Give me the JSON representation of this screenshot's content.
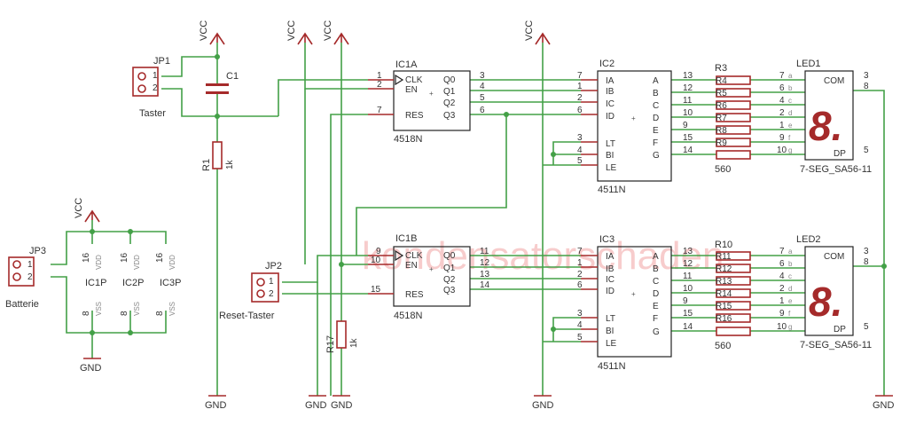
{
  "watermark": "kondensatorschaden",
  "power": {
    "vcc": "VCC",
    "gnd": "GND"
  },
  "jp1": {
    "name": "JP1",
    "label": "Taster",
    "pin1": "1",
    "pin2": "2"
  },
  "jp2": {
    "name": "JP2",
    "label": "Reset-Taster",
    "pin1": "1",
    "pin2": "2"
  },
  "jp3": {
    "name": "JP3",
    "label": "Batterie",
    "pin1": "1",
    "pin2": "2"
  },
  "c1": {
    "name": "C1"
  },
  "r1": {
    "name": "R1",
    "value": "1k"
  },
  "r17": {
    "name": "R17",
    "value": "1k"
  },
  "power_ics": [
    {
      "name": "IC1P",
      "vdd_pin": "16",
      "vdd": "VDD",
      "vss_pin": "8",
      "vss": "VSS"
    },
    {
      "name": "IC2P",
      "vdd_pin": "16",
      "vdd": "VDD",
      "vss_pin": "8",
      "vss": "VSS"
    },
    {
      "name": "IC3P",
      "vdd_pin": "16",
      "vdd": "VDD",
      "vss_pin": "8",
      "vss": "VSS"
    }
  ],
  "counters": [
    {
      "name": "IC1A",
      "part": "4518N",
      "in_labels": [
        "CLK",
        "EN",
        "RES"
      ],
      "in_pins": [
        "1",
        "2",
        "7"
      ],
      "out_labels": [
        "Q0",
        "Q1",
        "Q2",
        "Q3"
      ],
      "out_pins": [
        "3",
        "4",
        "5",
        "6"
      ]
    },
    {
      "name": "IC1B",
      "part": "4518N",
      "in_labels": [
        "CLK",
        "EN",
        "RES"
      ],
      "in_pins": [
        "9",
        "10",
        "15"
      ],
      "out_labels": [
        "Q0",
        "Q1",
        "Q2",
        "Q3"
      ],
      "out_pins": [
        "11",
        "12",
        "13",
        "14"
      ]
    }
  ],
  "decoders": [
    {
      "name": "IC2",
      "part": "4511N",
      "in_labels": [
        "IA",
        "IB",
        "IC",
        "ID",
        "LT",
        "BI",
        "LE"
      ],
      "in_pins": [
        "7",
        "1",
        "2",
        "6",
        "3",
        "4",
        "5"
      ],
      "out_labels": [
        "A",
        "B",
        "C",
        "D",
        "E",
        "F",
        "G"
      ],
      "out_pins": [
        "13",
        "12",
        "11",
        "10",
        "9",
        "15",
        "14"
      ]
    },
    {
      "name": "IC3",
      "part": "4511N",
      "in_labels": [
        "IA",
        "IB",
        "IC",
        "ID",
        "LT",
        "BI",
        "LE"
      ],
      "in_pins": [
        "7",
        "1",
        "2",
        "6",
        "3",
        "4",
        "5"
      ],
      "out_labels": [
        "A",
        "B",
        "C",
        "D",
        "E",
        "F",
        "G"
      ],
      "out_pins": [
        "13",
        "12",
        "11",
        "10",
        "9",
        "15",
        "14"
      ]
    }
  ],
  "resistor_arrays": [
    {
      "first": "R3",
      "value": "560",
      "labels": [
        "R4",
        "R5",
        "R6",
        "R7",
        "R8",
        "R9"
      ]
    },
    {
      "first": "R10",
      "value": "560",
      "labels": [
        "R11",
        "R12",
        "R13",
        "R14",
        "R15",
        "R16"
      ]
    }
  ],
  "displays": [
    {
      "name": "LED1",
      "part": "7-SEG_SA56-11",
      "com": "COM",
      "dp": "DP",
      "pins": [
        "7",
        "6",
        "4",
        "2",
        "1",
        "9",
        "10"
      ],
      "segs": [
        "a",
        "b",
        "c",
        "d",
        "e",
        "f",
        "g"
      ],
      "com_pins": [
        "3",
        "8"
      ],
      "dp_pin": "5",
      "glyph": "8."
    },
    {
      "name": "LED2",
      "part": "7-SEG_SA56-11",
      "com": "COM",
      "dp": "DP",
      "pins": [
        "7",
        "6",
        "4",
        "2",
        "1",
        "9",
        "10"
      ],
      "segs": [
        "a",
        "b",
        "c",
        "d",
        "e",
        "f",
        "g"
      ],
      "com_pins": [
        "3",
        "8"
      ],
      "dp_pin": "5",
      "glyph": "8."
    }
  ]
}
